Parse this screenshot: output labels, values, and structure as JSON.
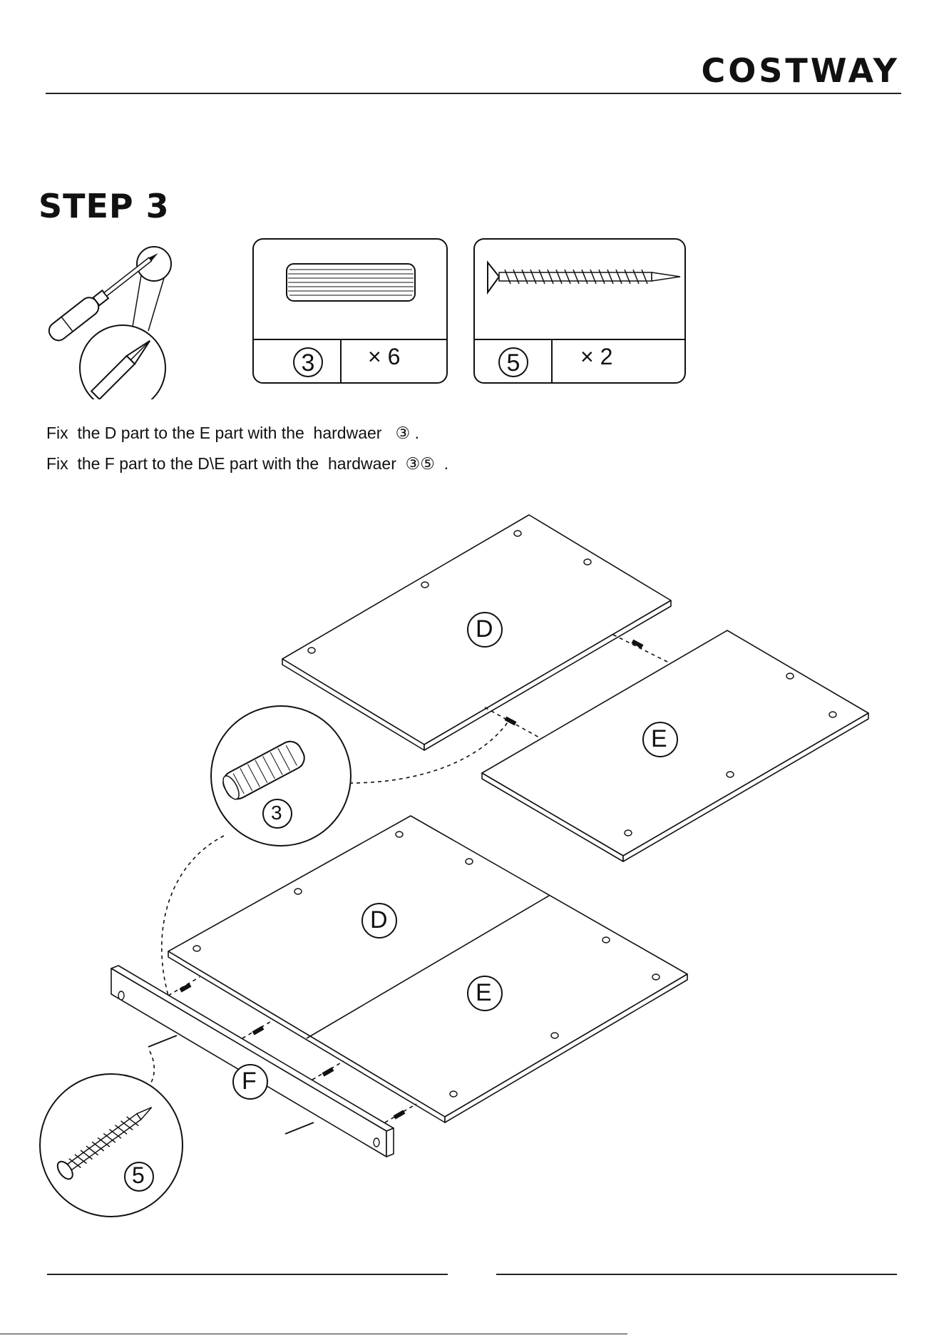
{
  "header": {
    "brand": "COSTWAY"
  },
  "step": {
    "title": "STEP 3"
  },
  "hardware": [
    {
      "number": "3",
      "quantity": "× 6"
    },
    {
      "number": "5",
      "quantity": "× 2"
    }
  ],
  "instructions": [
    "Fix  the D part to the E part with the  hardwaer   ③ .",
    "Fix  the F part to the D\\E part with the  hardwaer  ③⑤  ."
  ],
  "diagram": {
    "label_D": "D",
    "label_E": "E",
    "label_F": "F",
    "callout_3": "3",
    "callout_5": "5"
  },
  "icons": [
    "screwdriver-icon",
    "dowel-icon",
    "screw-icon"
  ]
}
